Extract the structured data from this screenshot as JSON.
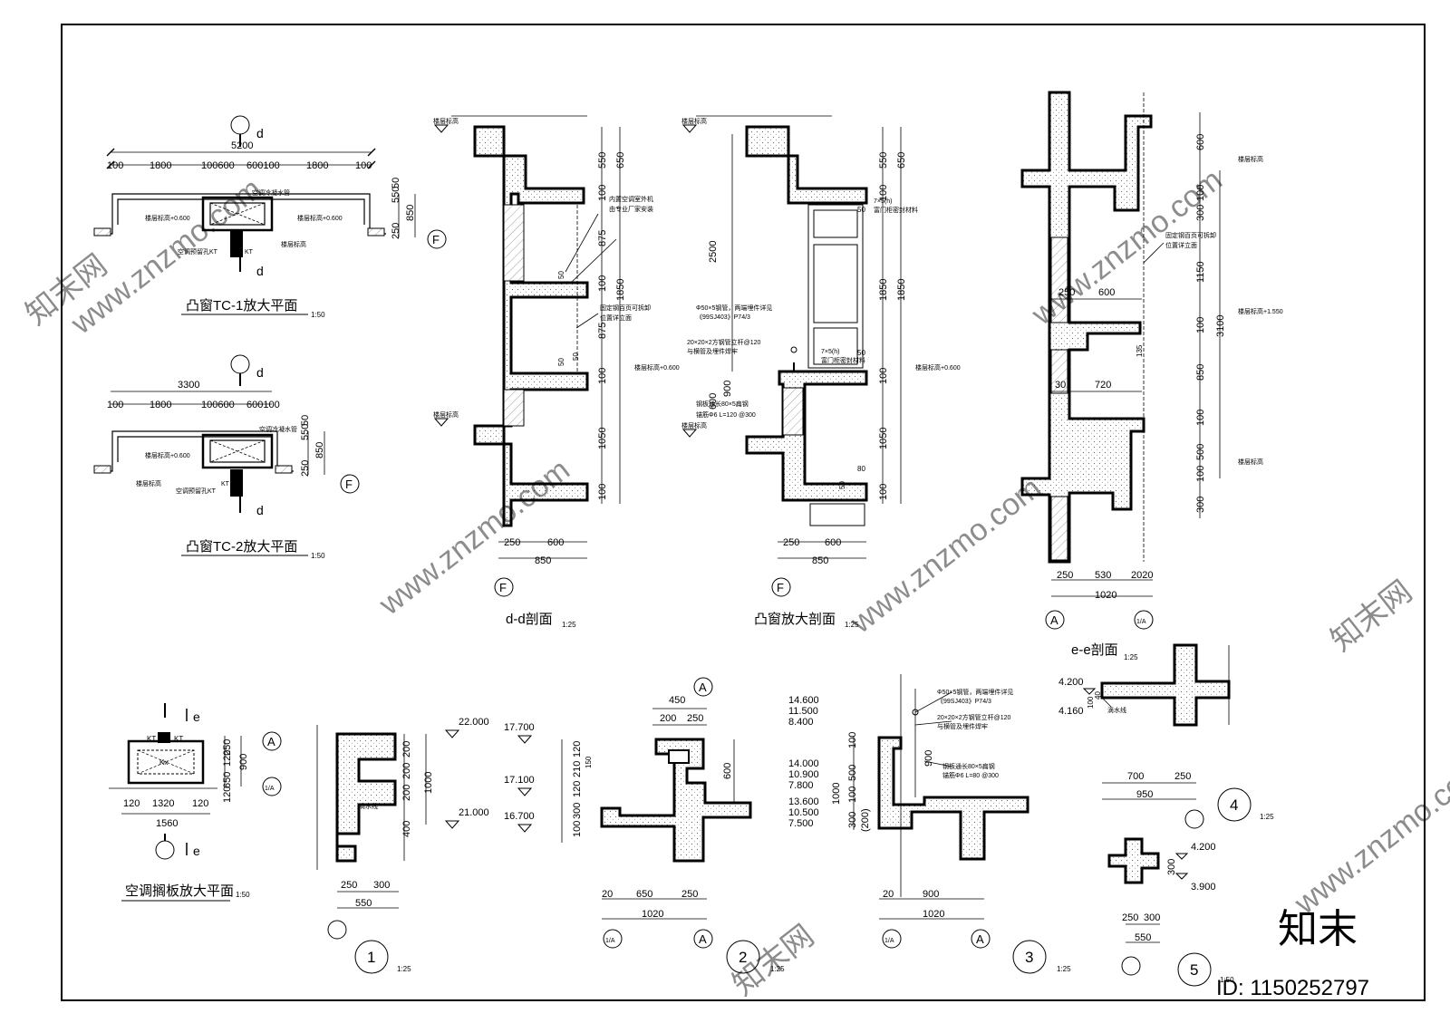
{
  "titles": {
    "tc1_plan": "凸窗TC-1放大平面",
    "tc2_plan": "凸窗TC-2放大平面",
    "dd_section": "d-d剖面",
    "bay_section": "凸窗放大剖面",
    "ee_section": "e-e剖面",
    "ac_plan": "空调搁板放大平面"
  },
  "scales": {
    "s50": "1:50",
    "s25": "1:25"
  },
  "section_marks": {
    "d": "d",
    "e": "e"
  },
  "axes": {
    "F": "F",
    "A": "A",
    "1A": "1/A"
  },
  "detail_numbers": [
    "1",
    "2",
    "3",
    "4",
    "5"
  ],
  "tc1": {
    "overall": "5200",
    "row": [
      "100",
      "1800",
      "100600",
      "600100",
      "1800",
      "100"
    ],
    "right": [
      "550",
      "50",
      "850",
      "250"
    ],
    "notes": [
      "空调冷凝水管",
      "楼层标高+0.600",
      "楼层标高+0.600",
      "空调预留孔KT",
      "KT",
      "楼层标高"
    ]
  },
  "tc2": {
    "overall": "3300",
    "row": [
      "100",
      "1800",
      "100600",
      "600100"
    ],
    "right": [
      "550",
      "50",
      "850",
      "250"
    ],
    "notes": [
      "空调冷凝水管",
      "楼层标高+0.600",
      "空调预留孔KT",
      "KT",
      "楼层标高"
    ]
  },
  "dd": {
    "dims_outer": [
      "650",
      "1850",
      "1050",
      "100"
    ],
    "dims_inner": [
      "550",
      "100",
      "875",
      "100",
      "875",
      "100",
      "100"
    ],
    "bottom": [
      "250",
      "600",
      "850"
    ],
    "small": [
      "50",
      "50",
      "50"
    ],
    "notes": [
      "楼层标高",
      "内置空调室外机",
      "由专业厂家安装",
      "固定钢百页可拆卸",
      "位置详立面",
      "楼层标高+0.600",
      "楼层标高"
    ]
  },
  "bay": {
    "left_dims": [
      "2500",
      "600",
      "900"
    ],
    "right_dims": [
      "550",
      "650",
      "100",
      "1850",
      "1850",
      "100",
      "1050",
      "100"
    ],
    "bottom": [
      "250",
      "600",
      "850"
    ],
    "small": [
      "50",
      "50",
      "80",
      "50"
    ],
    "notes": [
      "楼层标高",
      "7×5(h)",
      "富门柜密封材料",
      "Φ50×5钢管，两端埋件详见",
      "《99SJ403》P74/3",
      "20×20×2方钢管立杆@120",
      "与横管及埋件焊牢",
      "7×5(h)",
      "富门柜密封材料",
      "钢板通长80×5扁钢",
      "锚筋Φ6 L=120 @300",
      "楼层标高+0.600",
      "楼层标高"
    ]
  },
  "ee": {
    "right_dims": [
      "600",
      "100",
      "300",
      "1150",
      "100",
      "850",
      "100",
      "500",
      "100",
      "300"
    ],
    "total": "3100",
    "inner": [
      "250",
      "600",
      "30",
      "720",
      "135"
    ],
    "bottom": [
      "250",
      "530",
      "2020",
      "1020"
    ],
    "notes": [
      "楼层标高",
      "固定钢百页可拆卸",
      "位置详立面",
      "楼层标高+1.550",
      "楼层标高"
    ]
  },
  "ac": {
    "row": [
      "120",
      "1320",
      "120"
    ],
    "overall": "1560",
    "right": [
      "250",
      "900",
      "120",
      "650",
      "120"
    ],
    "labels": [
      "KT",
      "KT",
      "Kx"
    ]
  },
  "d1": {
    "elev": [
      "22.000",
      "21.000"
    ],
    "dims": [
      "200",
      "200",
      "200",
      "400",
      "1000"
    ],
    "bottom": [
      "250",
      "300",
      "550"
    ],
    "note": "滴水线"
  },
  "d2": {
    "elev": [
      "17.700",
      "17.100",
      "16.700"
    ],
    "left_dims": [
      "120",
      "210",
      "120",
      "300",
      "100"
    ],
    "small": "150",
    "right": "600",
    "top": [
      "450",
      "200",
      "250"
    ],
    "bottom": [
      "20",
      "650",
      "250",
      "1020"
    ]
  },
  "d3": {
    "elev": [
      "14.600",
      "11.500",
      "8.400",
      "14.000",
      "10.900",
      "7.800",
      "13.600",
      "10.500",
      "7.500"
    ],
    "left_dims": [
      "100",
      "500",
      "100",
      "300",
      "(200)"
    ],
    "total": "1000",
    "inner": "900",
    "bottom": [
      "20",
      "900",
      "1020"
    ],
    "notes": [
      "Φ50×5钢管，两端埋件详见",
      "《99SJ403》P74/3",
      "20×20×2方钢管立杆@120",
      "与横管及埋件焊牢",
      "钢板通长80×5扁钢",
      "锚筋Φ6 L=80 @300"
    ]
  },
  "d4": {
    "elev": [
      "4.200",
      "4.160"
    ],
    "small": [
      "40",
      "100"
    ],
    "bottom": [
      "700",
      "250",
      "950"
    ],
    "note": "滴水线"
  },
  "d5": {
    "elev": [
      "4.200",
      "3.900"
    ],
    "side": "300",
    "bottom": [
      "250",
      "300",
      "550"
    ]
  },
  "watermark": {
    "site": "www.znzmo.com",
    "brand": "知末网",
    "logo": "知末",
    "id": "ID: 1150252797"
  }
}
